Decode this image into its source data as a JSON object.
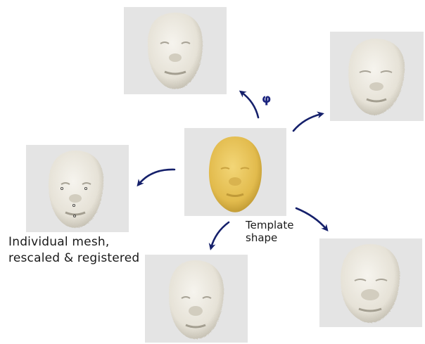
{
  "labels": {
    "individual_mesh": "Individual mesh,\nrescaled & registered",
    "template_shape": "Template\nshape",
    "phi": "φ"
  },
  "colors": {
    "panel_bg": "#e4e4e4",
    "template_face": "#e8c45a",
    "mesh_face": "#ece9e0",
    "arrow": "#15206b"
  }
}
